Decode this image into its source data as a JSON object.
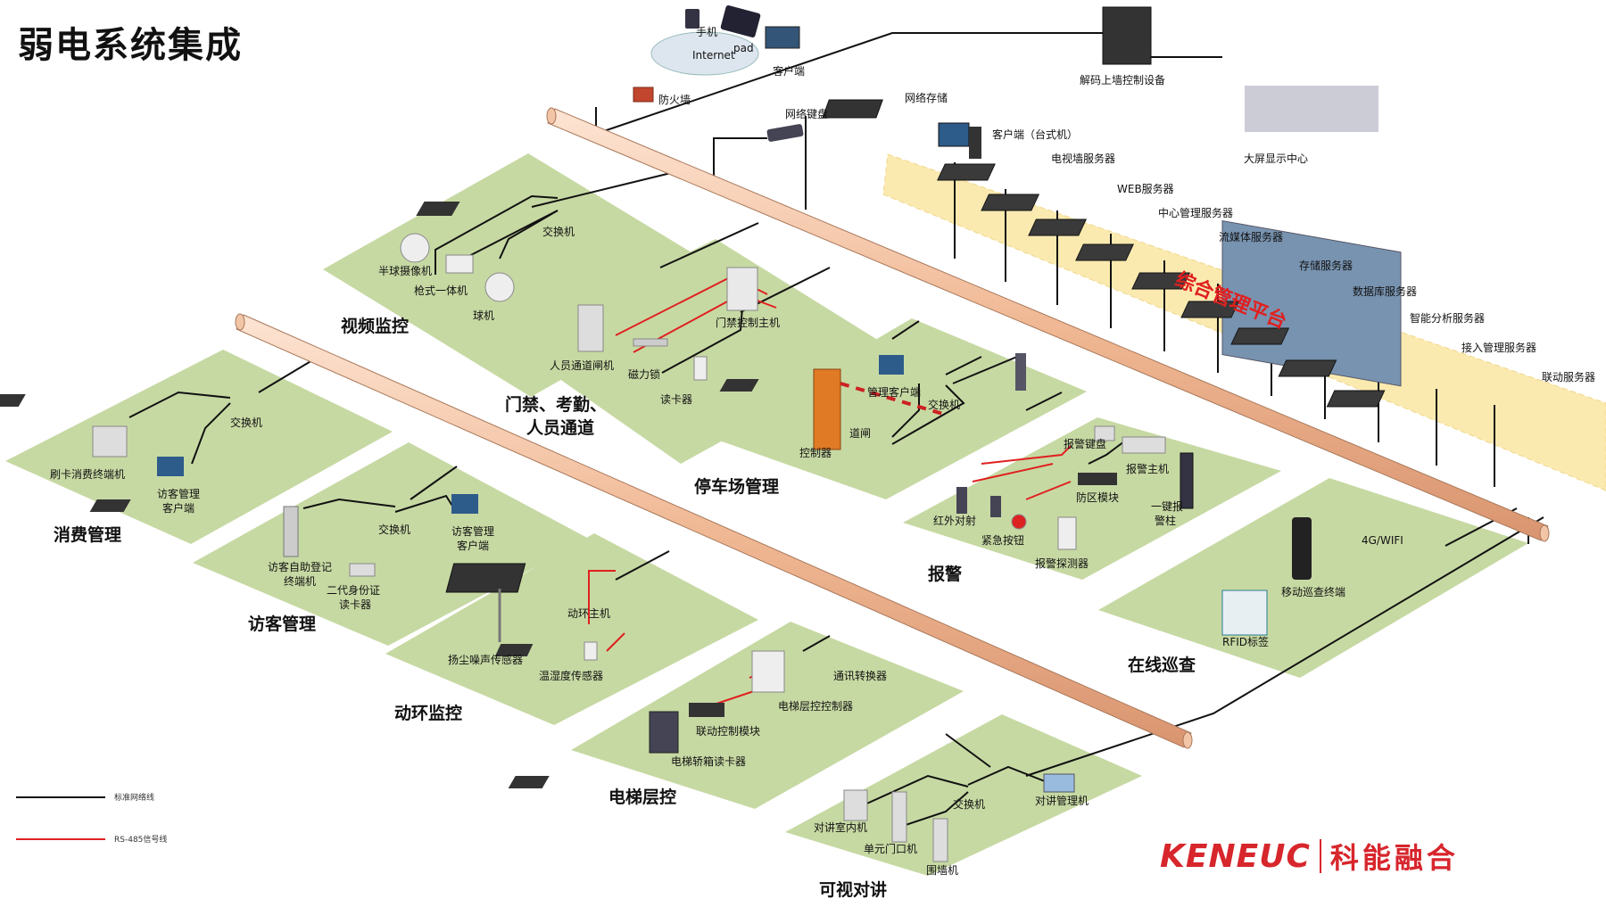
{
  "title": "弱电系统集成",
  "platform": "综合管理平台",
  "top": {
    "internet": "Internet",
    "phone": "手机",
    "pad": "pad",
    "client": "客户端",
    "firewall": "防火墙",
    "network_keyboard": "网络键盘",
    "network_storage": "网络存储",
    "desktop_client": "客户端（台式机）",
    "decoder": "解码上墙控制设备",
    "big_screen": "大屏显示中心"
  },
  "servers": [
    "电视墙服务器",
    "WEB服务器",
    "中心管理服务器",
    "流媒体服务器",
    "存储服务器",
    "数据库服务器",
    "智能分析服务器",
    "接入管理服务器",
    "联动服务器"
  ],
  "zones": {
    "video": {
      "name": "视频监控",
      "switch": "交换机",
      "dome": "半球摄像机",
      "gun": "枪式一体机",
      "ball": "球机"
    },
    "access": {
      "name_line1": "门禁、考勤、",
      "name_line2": "人员通道",
      "controller": "门禁控制主机",
      "gate": "人员通道闸机",
      "lock": "磁力锁",
      "reader": "读卡器"
    },
    "parking": {
      "name": "停车场管理",
      "client": "管理客户端",
      "switch": "交换机",
      "controller": "控制器",
      "barrier": "道闸"
    },
    "alarm": {
      "name": "报警",
      "keyboard": "报警键盘",
      "host": "报警主机",
      "zone_module": "防区模块",
      "pillar_line1": "一键报",
      "pillar_line2": "警柱",
      "infrared": "红外对射",
      "button": "紧急按钮",
      "detector": "报警探测器"
    },
    "consume": {
      "name": "消费管理",
      "switch": "交换机",
      "terminal": "刷卡消费终端机",
      "client_line1": "访客管理",
      "client_line2": "客户端"
    },
    "visitor": {
      "name": "访客管理",
      "switch": "交换机",
      "client_line1": "访客管理",
      "client_line2": "客户端",
      "kiosk_line1": "访客自助登记",
      "kiosk_line2": "终端机",
      "idreader_line1": "二代身份证",
      "idreader_line2": "读卡器"
    },
    "env": {
      "name": "动环监控",
      "host": "动环主机",
      "dust": "扬尘噪声传感器",
      "temp": "温湿度传感器"
    },
    "patrol": {
      "name": "在线巡查",
      "terminal": "移动巡查终端",
      "wifi": "4G/WIFI",
      "rfid": "RFID标签"
    },
    "elevator": {
      "name": "电梯层控",
      "converter": "通讯转换器",
      "controller": "电梯层控控制器",
      "linkage": "联动控制模块",
      "reader": "电梯轿箱读卡器"
    },
    "intercom": {
      "name": "可视对讲",
      "switch": "交换机",
      "manager": "对讲管理机",
      "indoor": "对讲室内机",
      "door": "单元门口机",
      "wall": "围墙机"
    }
  },
  "legend": {
    "standard": "标准网络线",
    "rs485": "RS-485信号线"
  },
  "brand": {
    "en": "KENEUC",
    "cn": "科能融合"
  },
  "colors": {
    "zone_fill": "#c7d9a3",
    "platform_fill": "#fbeab0",
    "bus_fill": "#f6cdb4",
    "rs485": "#e02020",
    "net": "#111111"
  }
}
